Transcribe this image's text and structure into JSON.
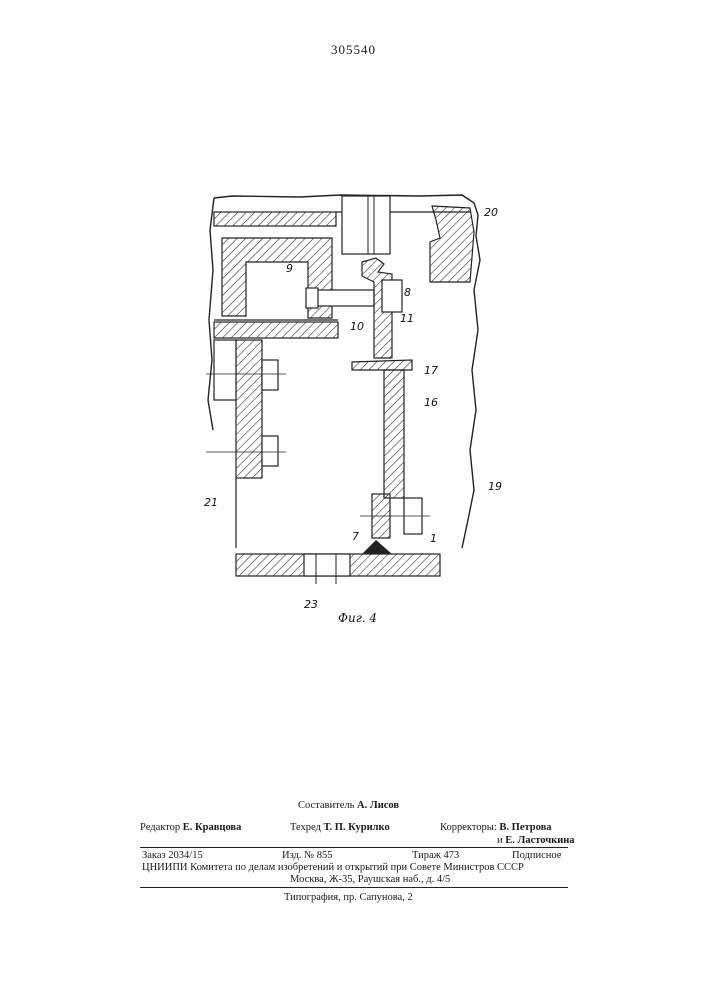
{
  "patent_number": "305540",
  "figure_caption": "Фиг. 4",
  "part_labels": [
    "20",
    "9",
    "8",
    "11",
    "10",
    "17",
    "16",
    "19",
    "21",
    "7",
    "1",
    "23"
  ],
  "footer": {
    "composer_label": "Составитель",
    "composer_name": "А. Лисов",
    "editor_label": "Редактор",
    "editor_name": "Е. Кравцова",
    "techred_label": "Техред",
    "techred_name": "Т. П. Курилко",
    "correctors_label": "Корректоры:",
    "corrector_1": "В. Петрова",
    "corrector_2_prefix": "и",
    "corrector_2": "Е. Ласточкина",
    "order": "Заказ 2034/15",
    "edition": "Изд. № 855",
    "circulation": "Тираж 473",
    "subscription": "Подписное",
    "institute": "ЦНИИПИ Комитета по делам изобретений и открытий при Совете Министров СССР",
    "address": "Москва, Ж-35, Раушская наб., д. 4/5",
    "printer": "Типография, пр. Сапунова, 2"
  }
}
